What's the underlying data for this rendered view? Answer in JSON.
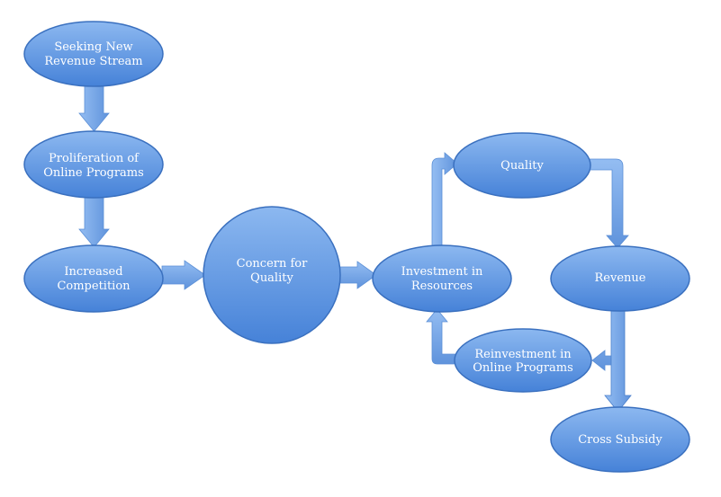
{
  "colors": {
    "node_fill_top": "#8cb8f0",
    "node_fill_bottom": "#4682d8",
    "node_stroke": "#3a70bf",
    "arrow_fill_top": "#94bdf2",
    "arrow_fill_bottom": "#5f93dc",
    "text": "#ffffff"
  },
  "nodes": {
    "seeking": {
      "line1": "Seeking New",
      "line2": "Revenue Stream"
    },
    "proliferation": {
      "line1": "Proliferation of",
      "line2": "Online Programs"
    },
    "competition": {
      "line1": "Increased",
      "line2": "Competition"
    },
    "concern": {
      "line1": "Concern for",
      "line2": "Quality"
    },
    "investment": {
      "line1": "Investment in",
      "line2": "Resources"
    },
    "quality": {
      "line1": "Quality"
    },
    "revenue": {
      "line1": "Revenue"
    },
    "reinvestment": {
      "line1": "Reinvestment in",
      "line2": "Online Programs"
    },
    "cross_subsidy": {
      "line1": "Cross Subsidy"
    }
  }
}
